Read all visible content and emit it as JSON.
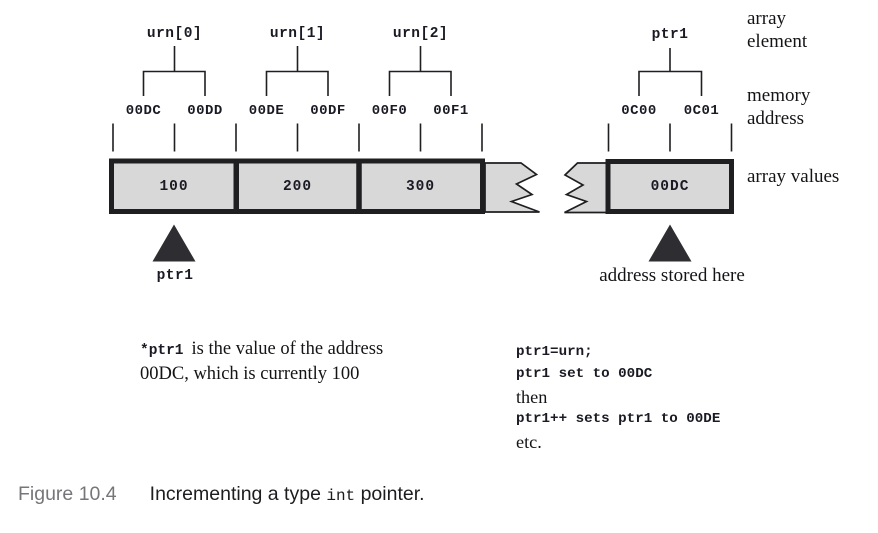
{
  "figure": {
    "cells": [
      {
        "element_label": "urn[0]",
        "byte_addresses": [
          "00DC",
          "00DD"
        ],
        "value": "100"
      },
      {
        "element_label": "urn[1]",
        "byte_addresses": [
          "00DE",
          "00DF"
        ],
        "value": "200"
      },
      {
        "element_label": "urn[2]",
        "byte_addresses": [
          "00F0",
          "00F1"
        ],
        "value": "300"
      }
    ],
    "pointer_cell": {
      "element_label": "ptr1",
      "byte_addresses": [
        "0C00",
        "0C01"
      ],
      "value": "00DC"
    },
    "row_labels": {
      "element": "array element",
      "address": "memory address",
      "values": "array values"
    },
    "left_pointer_label": "ptr1",
    "right_pointer_label": "address stored here",
    "explanation": {
      "code": "*ptr1",
      "line1_rest": "is the value of the address",
      "line2": "00DC, which is currently 100"
    },
    "code_notes": {
      "lines": [
        "ptr1=urn;",
        "ptr1 set to 00DC",
        "then",
        "ptr1++ sets ptr1 to 00DE",
        "etc."
      ]
    },
    "caption": {
      "label": "Figure 10.4",
      "text_before": "Incrementing a type ",
      "code": "int",
      "text_after": " pointer."
    },
    "colors": {
      "box_fill": "#d8d8d8",
      "line": "#1f1f22",
      "arrow": "#2e2e32",
      "caption_label": "#76767a"
    }
  }
}
